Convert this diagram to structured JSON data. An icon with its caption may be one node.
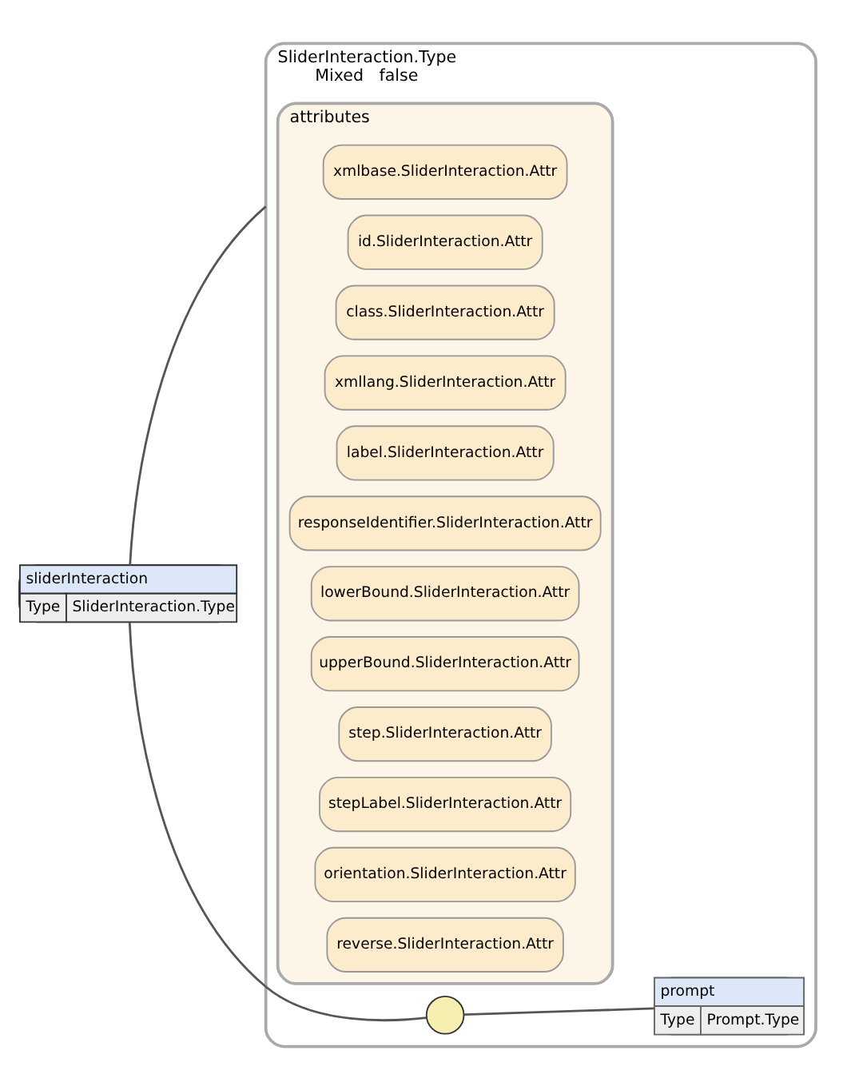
{
  "diagram": {
    "nodes": [
      {
        "text": [
          "sliderInteraction",
          "Type",
          "SliderInteraction.Type"
        ]
      },
      {
        "text": [
          "SliderInteraction.Type",
          "Mixed",
          "false"
        ]
      },
      {
        "text": [
          "attributes"
        ],
        "in": 1
      },
      {
        "text": [
          "xmlbase.SliderInteraction.Attr"
        ],
        "in": 2
      },
      {
        "text": [
          "id.SliderInteraction.Attr"
        ],
        "in": 2
      },
      {
        "text": [
          "class.SliderInteraction.Attr"
        ],
        "in": 2
      },
      {
        "text": [
          "xmllang.SliderInteraction.Attr"
        ],
        "in": 2
      },
      {
        "text": [
          "label.SliderInteraction.Attr"
        ],
        "in": 2
      },
      {
        "text": [
          "responseIdentifier.SliderInteraction.Attr"
        ],
        "in": 2
      },
      {
        "text": [
          "lowerBound.SliderInteraction.Attr"
        ],
        "in": 2
      },
      {
        "text": [
          "upperBound.SliderInteraction.Attr"
        ],
        "in": 2
      },
      {
        "text": [
          "step.SliderInteraction.Attr"
        ],
        "in": 2
      },
      {
        "text": [
          "stepLabel.SliderInteraction.Attr"
        ],
        "in": 2
      },
      {
        "text": [
          "orientation.SliderInteraction.Attr"
        ],
        "in": 2
      },
      {
        "text": [
          "reverse.SliderInteraction.Attr"
        ],
        "in": 2
      },
      {
        "text": [],
        "shape": "circle",
        "in": 1
      },
      {
        "text": [
          "prompt",
          "Type",
          "Prompt.Type"
        ],
        "in": 1
      }
    ],
    "edges": [
      {
        "from": 0,
        "to": 1,
        "arrow": "none"
      },
      {
        "from": 0,
        "to": 15,
        "arrow": "none"
      },
      {
        "from": 15,
        "to": 16,
        "arrow": "none"
      }
    ]
  }
}
